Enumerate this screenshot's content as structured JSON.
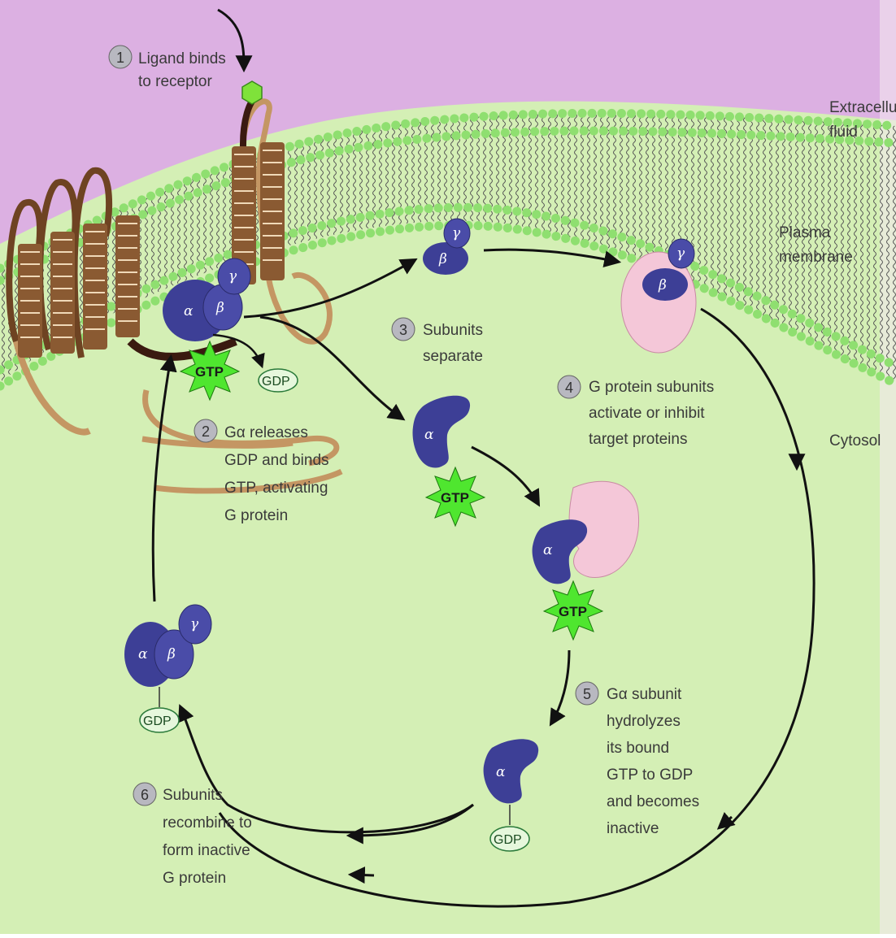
{
  "steps": [
    {
      "num": "1",
      "lines": [
        "Ligand binds",
        "to receptor"
      ]
    },
    {
      "num": "2",
      "lines": [
        "Gα releases",
        "GDP and binds",
        "GTP, activating",
        "G protein"
      ]
    },
    {
      "num": "3",
      "lines": [
        "Subunits",
        "separate"
      ]
    },
    {
      "num": "4",
      "lines": [
        "G protein subunits",
        "activate or inhibit",
        "target proteins"
      ]
    },
    {
      "num": "5",
      "lines": [
        "Gα subunit",
        "hydrolyzes",
        "its bound",
        "GTP to GDP",
        "and becomes",
        "inactive"
      ]
    },
    {
      "num": "6",
      "lines": [
        "Subunits",
        "recombine to",
        "form inactive",
        "G protein"
      ]
    }
  ],
  "regions": {
    "extracellular": [
      "Extracellular",
      "fluid"
    ],
    "membrane": [
      "Plasma",
      "membrane"
    ],
    "cytosol": "Cytosol"
  },
  "subunit_labels": {
    "alpha": "α",
    "beta": "β",
    "gamma": "γ"
  },
  "nucleotides": {
    "gtp": "GTP",
    "gdp": "GDP"
  },
  "colors": {
    "extracellular": "#dcb0e2",
    "cytosol": "#c9eca9",
    "membrane_head": "#8fdf70",
    "receptor": "#8a5a32",
    "gprotein": "#3d3f96",
    "target": "#f4c7d8",
    "gtp": "#4fe62f"
  }
}
